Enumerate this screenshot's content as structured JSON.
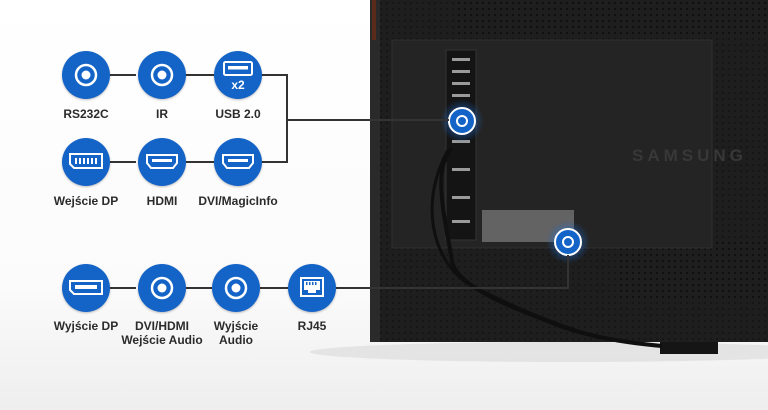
{
  "brand": "SAMSUNG",
  "group_top": [
    {
      "id": "rs232c",
      "label": "RS232C",
      "icon": "circle-jack-icon"
    },
    {
      "id": "ir",
      "label": "IR",
      "icon": "circle-jack-icon"
    },
    {
      "id": "usb",
      "label": "USB 2.0",
      "icon": "usb-port-icon",
      "badge": "x2"
    },
    {
      "id": "dp-in",
      "label": "Wejście DP",
      "icon": "displayport-icon"
    },
    {
      "id": "hdmi",
      "label": "HDMI",
      "icon": "hdmi-port-icon"
    },
    {
      "id": "dvi",
      "label": "DVI/MagicInfo",
      "icon": "hdmi-port-icon"
    }
  ],
  "group_bottom": [
    {
      "id": "dp-out",
      "label": "Wyjście DP",
      "icon": "displayport-icon"
    },
    {
      "id": "dvi-audio",
      "label_line1": "DVI/HDMI",
      "label_line2": "Wejście Audio",
      "icon": "circle-jack-icon"
    },
    {
      "id": "audio-out",
      "label_line1": "Wyjście",
      "label_line2": "Audio",
      "icon": "circle-jack-icon"
    },
    {
      "id": "rj45",
      "label": "RJ45",
      "icon": "ethernet-port-icon"
    }
  ],
  "colors": {
    "accent": "#1464c8",
    "monitor": "#1c1c1c",
    "line": "#333333"
  }
}
